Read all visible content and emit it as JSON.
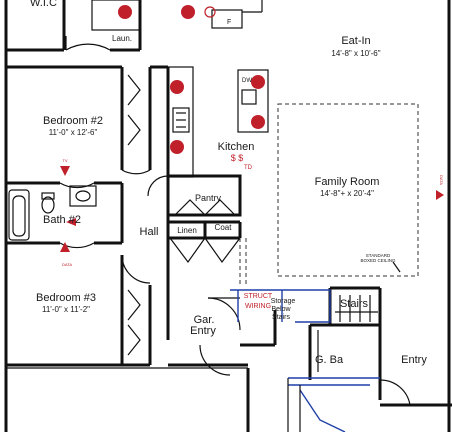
{
  "rooms": {
    "wic": "W.I.C",
    "laundry": "Laun.",
    "eat_in": "Eat-In",
    "eat_in_dim": "14'-8\" x 10'-6\"",
    "bedroom2": "Bedroom #2",
    "bedroom2_dim": "11'-0\" x 12'-6\"",
    "kitchen": "Kitchen",
    "pantry": "Pantry",
    "family_room": "Family Room",
    "family_room_dim": "14'-8\"+ x 20'-4\"",
    "bath2": "Bath #2",
    "hall": "Hall",
    "linen": "Linen",
    "coat": "Coat",
    "bedroom3": "Bedroom #3",
    "bedroom3_dim": "11'-0\" x 11'-2\"",
    "garage_entry_1": "Gar.",
    "garage_entry_2": "Entry",
    "stairs": "Stairs",
    "guest_bath": "G. Ba",
    "entry": "Entry"
  },
  "labels": {
    "fridge": "F",
    "dishwasher": "DW",
    "boxed_ceiling_1": "STANDARD",
    "boxed_ceiling_2": "BOXED CEILING",
    "storage_1": "Storage",
    "storage_2": "Below",
    "storage_3": "Stairs",
    "struct_1": "STRUCT",
    "struct_2": "WIRING",
    "data_1": "DATA",
    "data_2": "DATA",
    "tv": "TV",
    "sd": "$ $",
    "td": "TD"
  },
  "colors": {
    "wall": "#111111",
    "accent_red": "#c0202a",
    "wiring_blue": "#1f3fa8"
  }
}
